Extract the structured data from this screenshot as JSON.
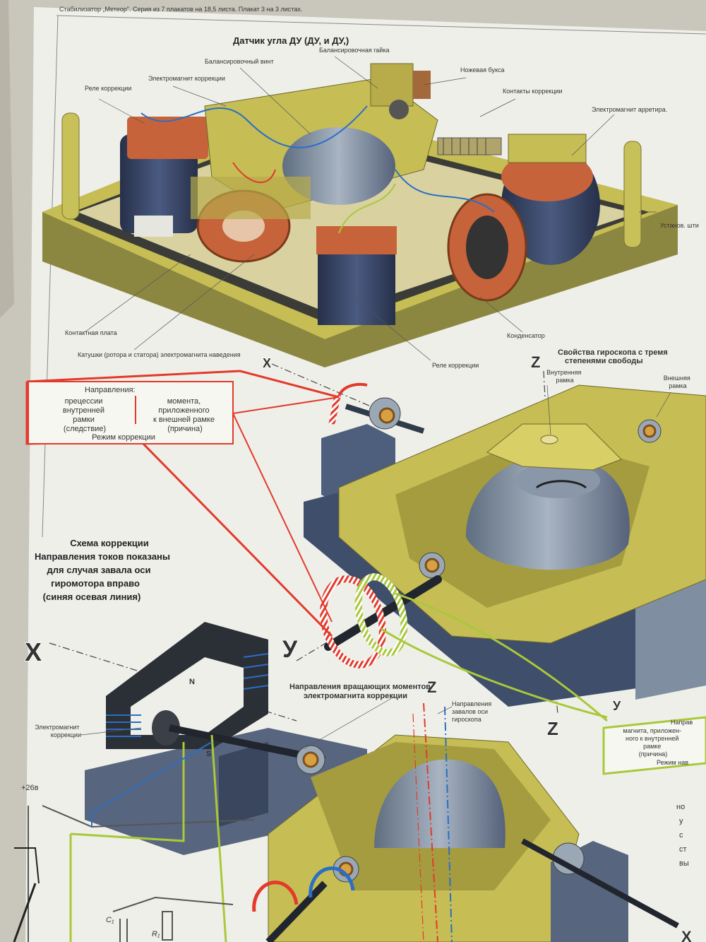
{
  "poster": {
    "header": "Стабилизатор „Метеор\". Серия из 7 плакатов на 18,5 листа. Плакат 3 на 3 листах.",
    "title": "Датчик угла ДУ (ДУ, и ДУ,)"
  },
  "sensor_labels": {
    "balance_screw": "Балансировочный винт",
    "balance_nut": "Балансировочная гайка",
    "knife_bushing": "Ножевая буксa",
    "em_correction": "Электромагнит коррекции",
    "relay_correction_top": "Реле коррекции",
    "correction_contacts": "Контакты коррекции",
    "em_arrest": "Электромагнит арретира.",
    "install_pins": "Установ. шти",
    "contact_plate": "Контактная плата",
    "coils": "Катушки (ротора и статора) электромагнита наведения",
    "relay_correction_bottom": "Реле коррекции",
    "capacitor": "Конденсатор"
  },
  "gyro_title": "Свойства гироскопа с тремя степенями свободы",
  "gyro_labels": {
    "inner_frame": "Внутренняя рамка",
    "outer_frame": "Внешняя рамка"
  },
  "directions_box": {
    "title": "Направления:",
    "left": "прецессии внутренней рамки (следствие)",
    "right": "момента, приложенного к внешней рамке (причина)",
    "mode": "Режим коррекции"
  },
  "scheme": {
    "title": "Схема коррекции",
    "line2": "Направления токов показаны",
    "line3": "для случая завала оси",
    "line4": "гиромотора вправо",
    "line5": "(синяя осевая линия)"
  },
  "bottom_labels": {
    "torques": "Направления вращающих моментов электромагнита коррекции",
    "axis_tilt": "Направления завалов оси гироскопа",
    "em_correction": "Электромагнит коррекции",
    "voltage": "+26в",
    "c1": "C₁",
    "r1": "R₁"
  },
  "right_box": {
    "title": "Направ",
    "text": "магнита, приложенного к внутренней рамке (причина)",
    "mode": "Режим нав"
  },
  "axes": {
    "x": "X",
    "y": "У",
    "z": "Z"
  },
  "colors": {
    "paper": "#eeeee8",
    "brass": "#c6bd55",
    "steel": "#7f8ea0",
    "red": "#e23a2c",
    "green": "#a9c83a",
    "blue": "#2a6fc4",
    "copper": "#c7633a",
    "navy": "#2f3a5a"
  }
}
